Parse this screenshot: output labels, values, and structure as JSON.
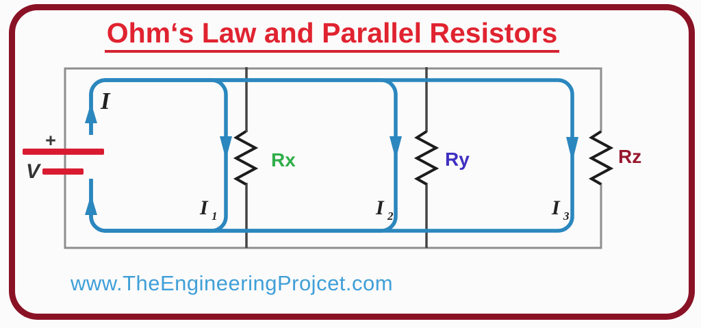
{
  "title": {
    "text": "Ohm‘s Law and Parallel Resistors"
  },
  "watermark": {
    "text": "www.TheEngineeringProjcet.com"
  },
  "circuit": {
    "source": {
      "plus_sign": "+",
      "label": "V"
    },
    "total_current": {
      "label": "I"
    },
    "branches": [
      {
        "resistor": "Rx",
        "current": "I",
        "current_sub": "1"
      },
      {
        "resistor": "Ry",
        "current": "I",
        "current_sub": "2"
      },
      {
        "resistor": "Rz",
        "current": "I",
        "current_sub": "3"
      }
    ]
  },
  "colors": {
    "frame_border": "#8a1225",
    "title_red": "#e02330",
    "wire_blue": "#2b87be",
    "battery_red": "#d81b31",
    "rx_green": "#2fae49",
    "ry_indigo": "#3e2fc1",
    "rz_maroon": "#97182f",
    "watermark_blue": "#3f9fd8"
  }
}
